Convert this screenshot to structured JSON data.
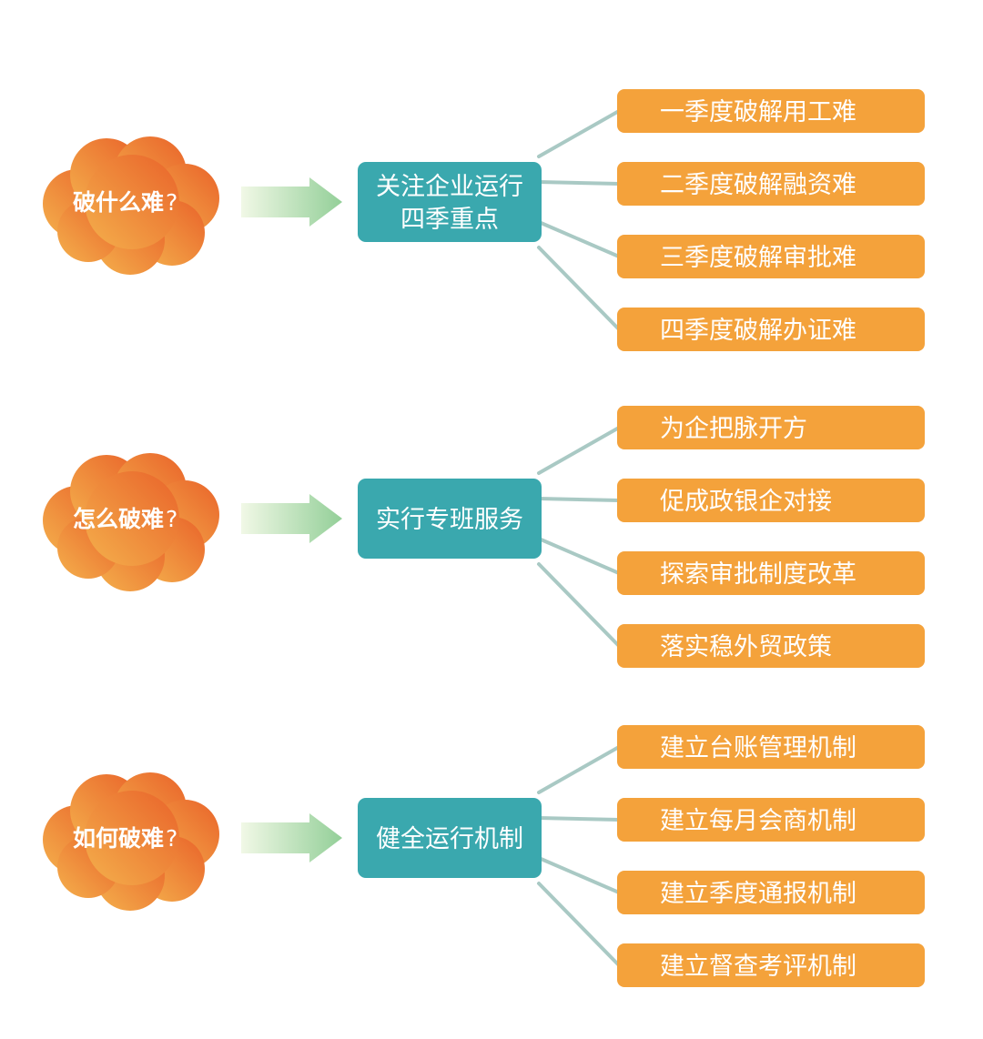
{
  "colors": {
    "cloud_light": "#f6b04a",
    "cloud_dark": "#ea6a2a",
    "center_box": "#3aa8ae",
    "leaf_box": "#f4a23b",
    "connector": "#a9c9c4",
    "arrow_light": "#eef7e0",
    "arrow_dark": "#9fd3a0"
  },
  "groups": [
    {
      "question": "破什么难",
      "question_mark": "?",
      "center_lines": [
        "关注企业运行",
        "四季重点"
      ],
      "items": [
        "一季度破解用工难",
        "二季度破解融资难",
        "三季度破解审批难",
        "四季度破解办证难"
      ]
    },
    {
      "question": "怎么破难",
      "question_mark": "?",
      "center_lines": [
        "实行专班服务"
      ],
      "items": [
        "为企把脉开方",
        "促成政银企对接",
        "探索审批制度改革",
        "落实稳外贸政策"
      ]
    },
    {
      "question": "如何破难",
      "question_mark": "?",
      "center_lines": [
        "健全运行机制"
      ],
      "items": [
        "建立台账管理机制",
        "建立每月会商机制",
        "建立季度通报机制",
        "建立督查考评机制"
      ]
    }
  ]
}
